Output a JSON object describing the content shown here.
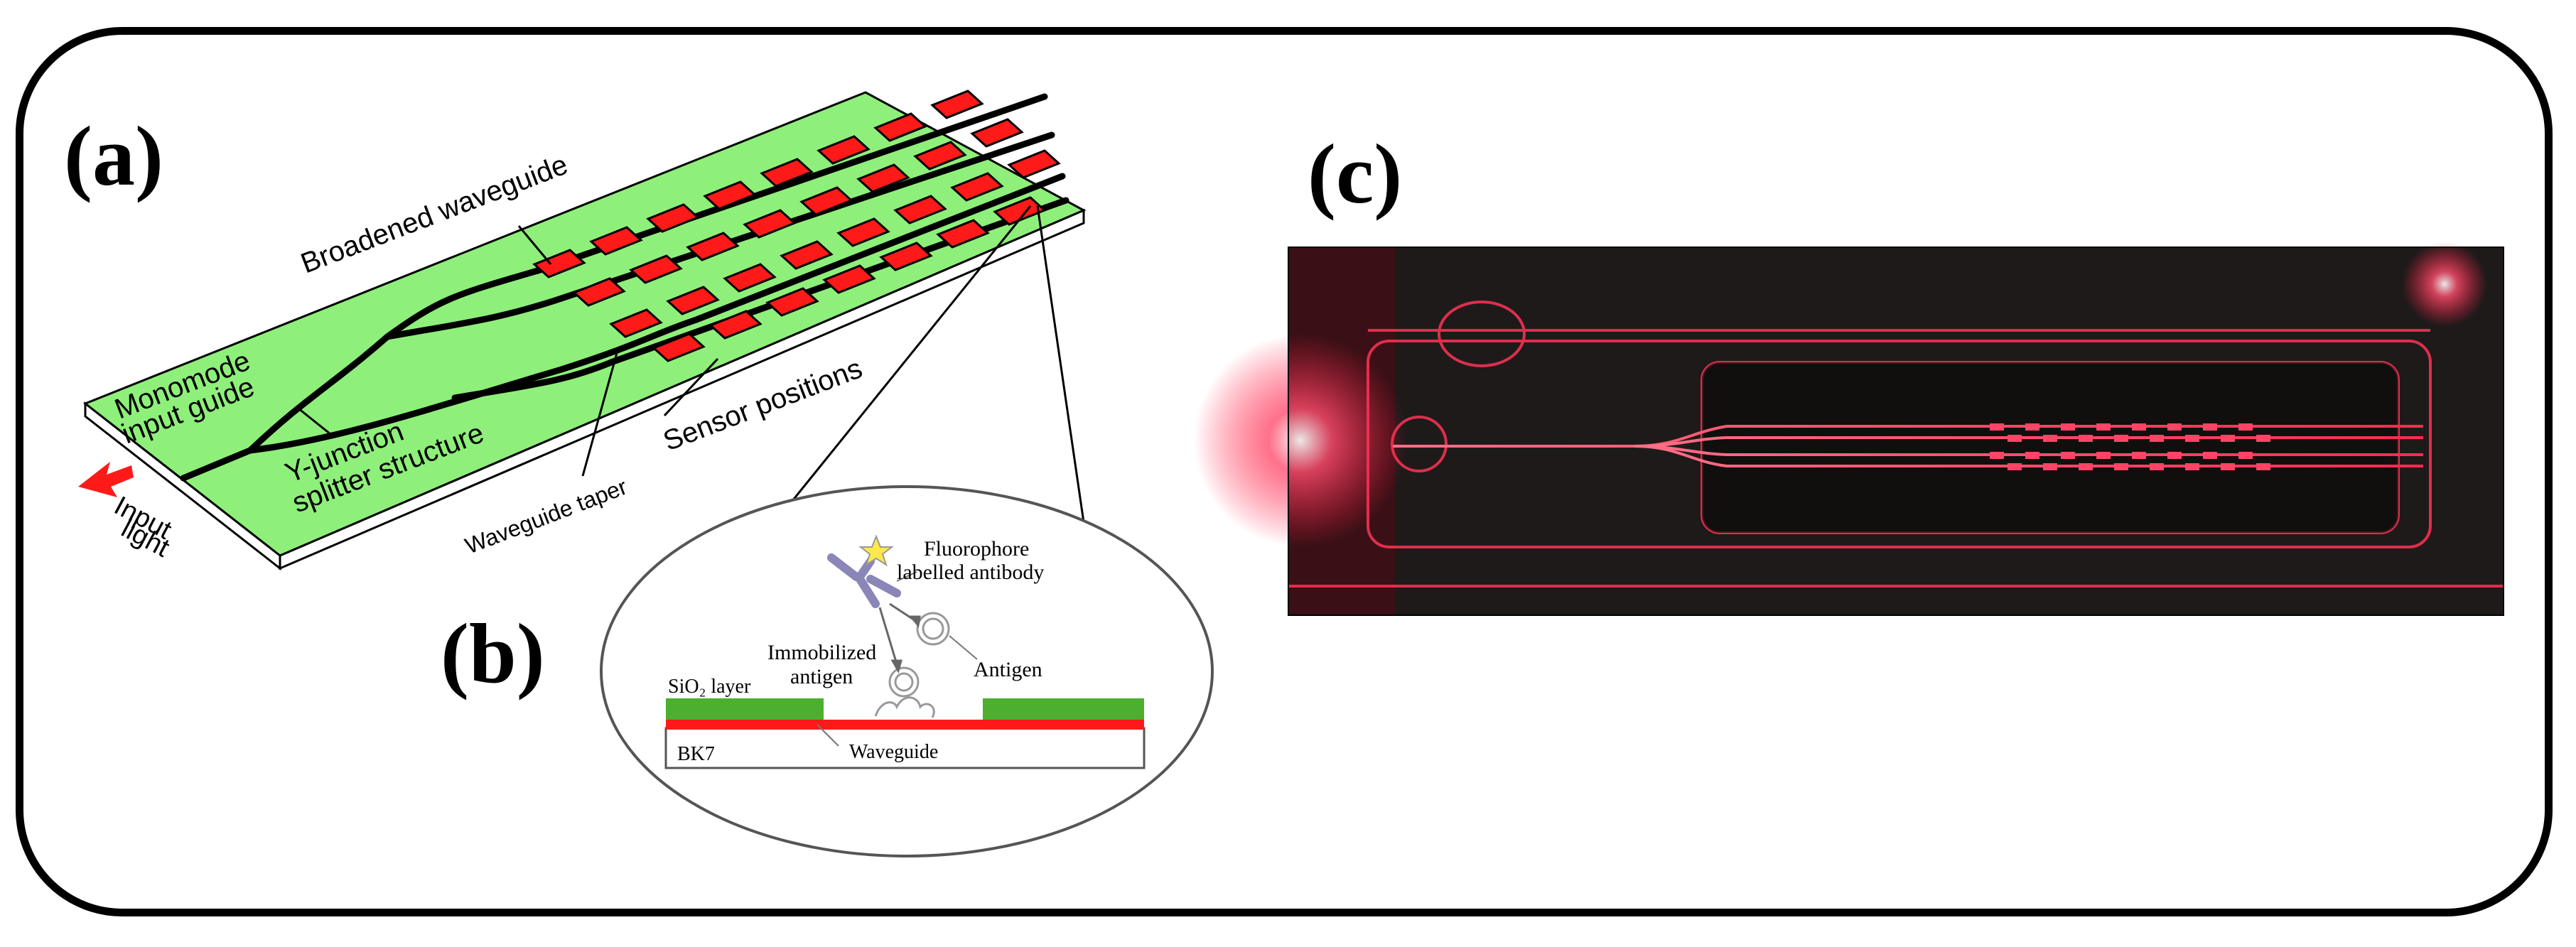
{
  "panels": {
    "a": "(a)",
    "b": "(b)",
    "c": "(c)"
  },
  "chip": {
    "broadened_waveguide": "Broadened waveguide",
    "monomode_line1": "Monomode",
    "monomode_line2": "input guide",
    "input_line1": "Input",
    "input_line2": "light",
    "yjunction_line1": "Y-junction",
    "yjunction_line2": "splitter structure",
    "sensor_positions": "Sensor positions",
    "waveguide_taper": "Waveguide taper"
  },
  "inset": {
    "fluorophore_line1": "Fluorophore",
    "fluorophore_line2": "labelled antibody",
    "immobilized_line1": "Immobilized",
    "immobilized_line2": "antigen",
    "antigen": "Antigen",
    "sio2_layer": "SiO₂ layer",
    "bk7": "BK7",
    "waveguide": "Waveguide"
  },
  "colors": {
    "chip_green": "#8ef07a",
    "sensor_red": "#ff1a1a",
    "layer_green": "#4caf2f",
    "photo_bg": "#1e1a1a",
    "laser_red": "#ff3355"
  }
}
